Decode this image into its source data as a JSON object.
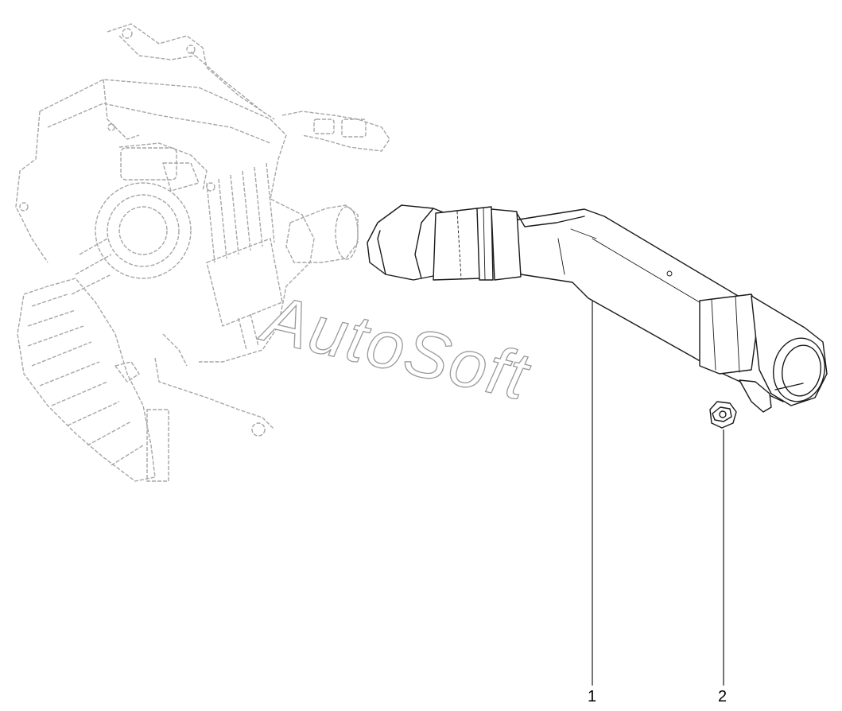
{
  "watermark": "AutoSoft",
  "callouts": [
    {
      "label": "1",
      "part": "air-intake-pipe"
    },
    {
      "label": "2",
      "part": "nut"
    }
  ],
  "colors": {
    "line": "#1a1a1a",
    "faded_line": "#9a9a9a",
    "watermark_outline": "#9a9a9a",
    "background": "#ffffff"
  }
}
